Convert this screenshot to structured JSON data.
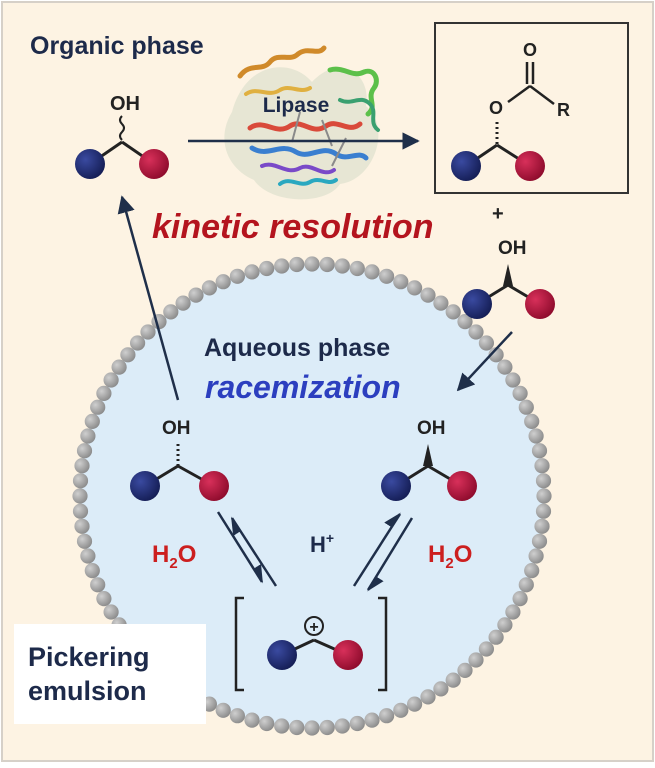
{
  "labels": {
    "organic_phase": "Organic phase",
    "lipase": "Lipase",
    "kinetic_resolution": "kinetic resolution",
    "plus": "+",
    "aqueous_phase": "Aqueous phase",
    "racemization": "racemization",
    "proton": "H",
    "proton_charge": "+",
    "water_h": "H",
    "water_sub": "2",
    "water_o": "O",
    "pickering_line1": "Pickering",
    "pickering_line2": "emulsion"
  },
  "molecules": {
    "hydroxyl": "OH",
    "ester_oxygen": "O",
    "carbonyl_oxygen": "O",
    "r_group": "R",
    "cation_charge": "+"
  },
  "colors": {
    "background": "#fdf3e3",
    "frame": "#d6d0c8",
    "droplet_fill": "#dcecf8",
    "particle": "#a3a3a3",
    "navy_group": "#1d2a6e",
    "red_group": "#b0103a",
    "kinetic_text": "#b4141e",
    "racemization_text": "#2c3fbf",
    "water_text": "#cc1f1f",
    "arrow": "#1f2f4a"
  }
}
